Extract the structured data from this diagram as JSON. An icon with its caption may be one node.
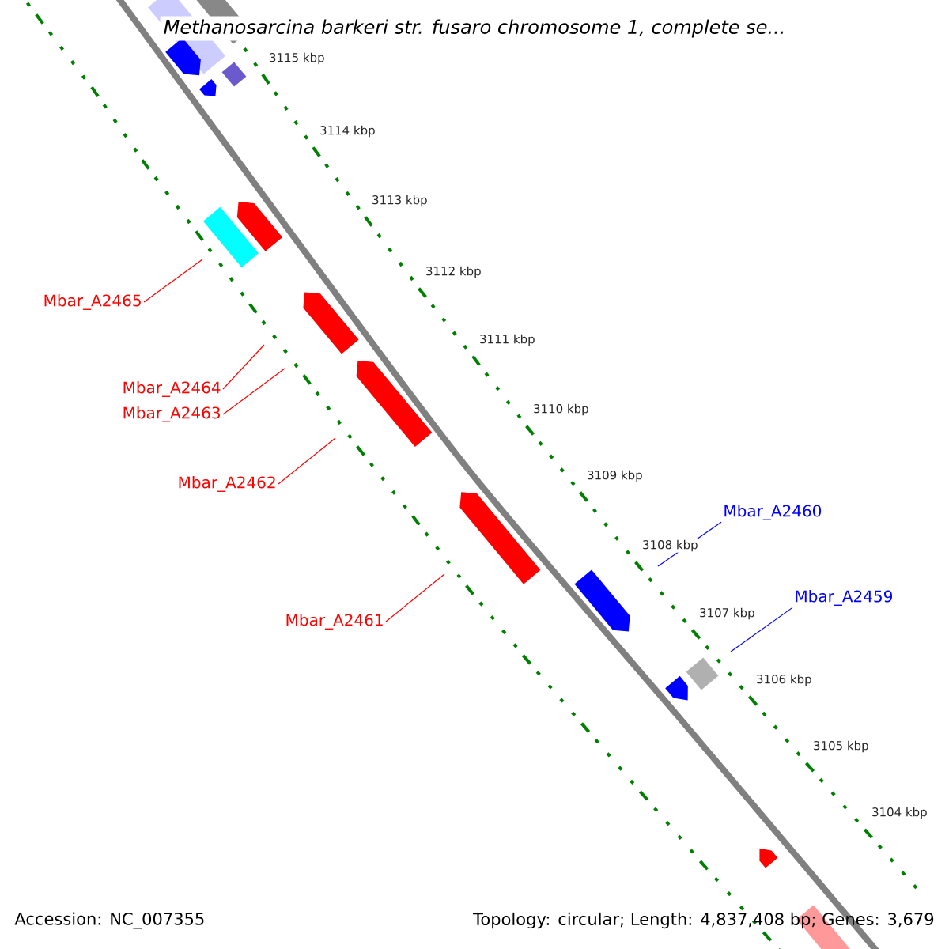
{
  "diagram": {
    "title": "Methanosarcina barkeri str. fusaro chromosome 1, complete se...",
    "nodes": [
      {
        "text": [
          "Mbar_A2465"
        ]
      },
      {
        "text": [
          "Mbar_A2464"
        ]
      },
      {
        "text": [
          "Mbar_A2463"
        ]
      },
      {
        "text": [
          "Mbar_A2462"
        ]
      },
      {
        "text": [
          "Mbar_A2461"
        ]
      },
      {
        "text": [
          "Mbar_A2460"
        ]
      },
      {
        "text": [
          "Mbar_A2459"
        ]
      }
    ],
    "edges": [
      {
        "from": 0,
        "to": null,
        "arrow": "none"
      },
      {
        "from": 1,
        "to": null,
        "arrow": "none"
      },
      {
        "from": 2,
        "to": null,
        "arrow": "none"
      },
      {
        "from": 3,
        "to": null,
        "arrow": "none"
      },
      {
        "from": 4,
        "to": null,
        "arrow": "none"
      },
      {
        "from": 5,
        "to": null,
        "arrow": "none",
        "color": "#0000ff"
      },
      {
        "from": 6,
        "to": null,
        "arrow": "none",
        "color": "#0000ff"
      }
    ],
    "labels": [
      "3115 kbp",
      "3114 kbp",
      "3113 kbp",
      "3112 kbp",
      "3111 kbp",
      "3110 kbp",
      "3109 kbp",
      "3108 kbp",
      "3107 kbp",
      "3106 kbp",
      "3105 kbp",
      "3104 kbp",
      "Accession: NC_007355",
      "Topology: circular; Length: 4,837,408 bp; Genes: 3,679"
    ]
  }
}
